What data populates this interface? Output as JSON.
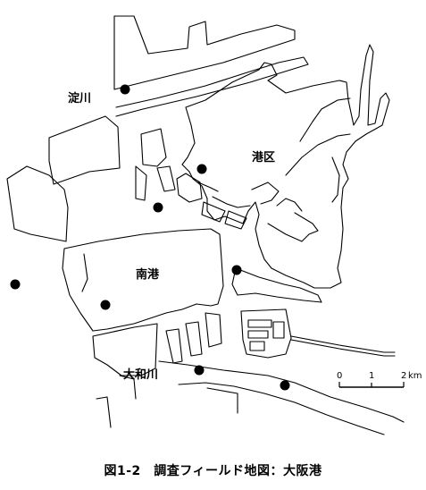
{
  "labels": {
    "yodogawa": "淀川",
    "minato_ku": "港区",
    "nanko": "南港",
    "yamato_gawa": "大和川"
  },
  "scale_bar": {
    "tick_0": "0",
    "tick_1": "1",
    "tick_2": "2",
    "unit": "km"
  },
  "survey_points": [
    {
      "id": "p1"
    },
    {
      "id": "p2"
    },
    {
      "id": "p3"
    },
    {
      "id": "p4"
    },
    {
      "id": "p5"
    },
    {
      "id": "p6"
    },
    {
      "id": "p7"
    },
    {
      "id": "p8"
    }
  ],
  "caption": "図1-2　調査フィールド地図：大阪港",
  "colors": {
    "ink": "#000000",
    "background": "#ffffff"
  }
}
